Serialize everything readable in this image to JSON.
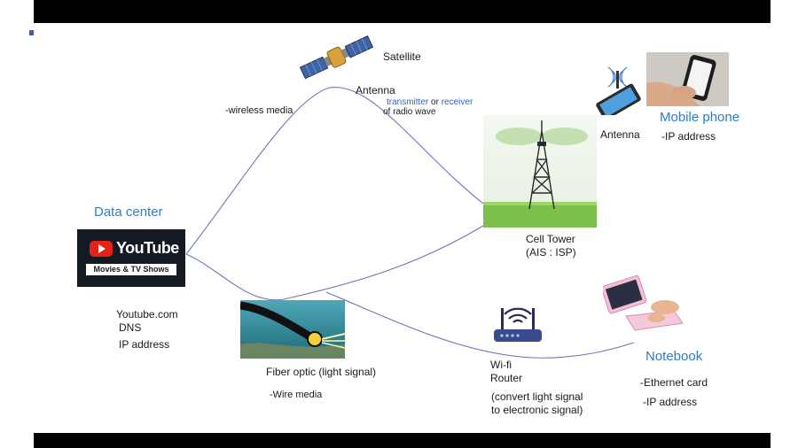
{
  "labels": {
    "satellite": "Satellite",
    "antenna_top": "Antenna",
    "transmitter": "transmitter",
    "or": "or",
    "receiver": "receiver",
    "radio_wave": "of radio wave",
    "wireless_media": "-wireless media",
    "mobile_phone": "Mobile phone",
    "antenna_phone": "Antenna",
    "phone_ip": "-IP address",
    "data_center": "Data center",
    "youtube_com": "Youtube.com",
    "dns": "DNS",
    "dc_ip": "IP address",
    "cell_tower": "Cell Tower",
    "cell_tower_isp": "(AIS : ISP)",
    "fiber_optic": "Fiber optic (light signal)",
    "wire_media": "-Wire media",
    "wifi": "Wi-fi",
    "router": "Router",
    "convert_1": "(convert light signal",
    "convert_2": "to electronic signal)",
    "notebook": "Notebook",
    "ethernet": "-Ethernet card",
    "nb_ip": "-IP address"
  },
  "logo": {
    "youtube": "YouTube",
    "tagline": "Movies & TV Shows"
  },
  "colors": {
    "heading": "#2e7ec6",
    "link_line": "#6a78b8",
    "accent_blue": "#2f5fc4"
  }
}
